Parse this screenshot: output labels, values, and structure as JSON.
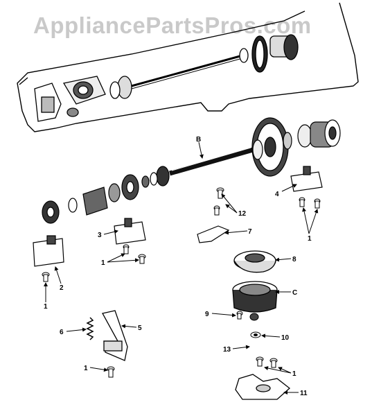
{
  "watermark": "AppliancePartsPros.com",
  "callouts": {
    "c1a": "1",
    "c1b": "1",
    "c1c": "1",
    "c1d": "1",
    "c1e": "1",
    "c2": "2",
    "c3": "3",
    "c4": "4",
    "c5": "5",
    "c6": "6",
    "c7": "7",
    "c8": "8",
    "c9": "9",
    "c10": "10",
    "c11": "11",
    "c12": "12",
    "c13": "13",
    "cB": "B",
    "cC": "C"
  }
}
